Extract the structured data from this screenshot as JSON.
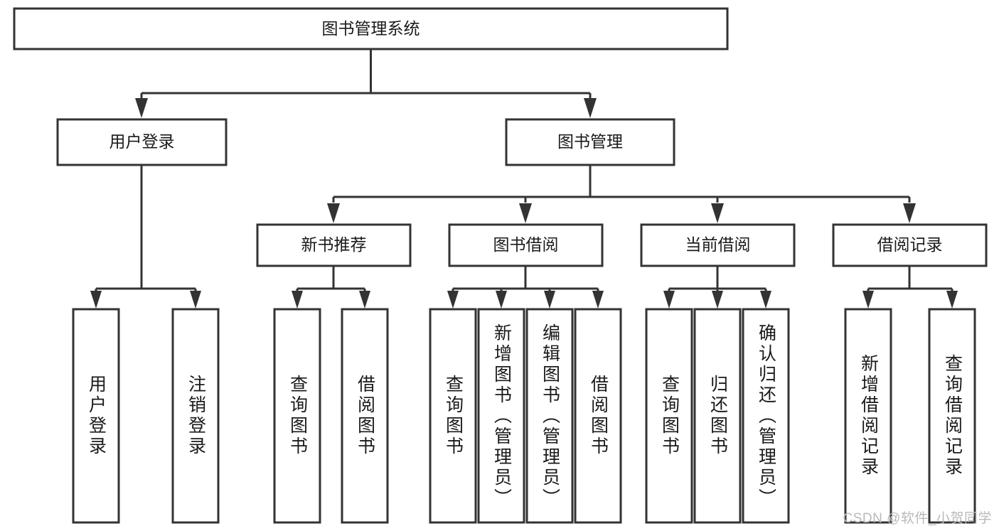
{
  "diagram": {
    "type": "tree",
    "title": "图书管理系统",
    "orientation": "top-down",
    "colors": {
      "box_stroke": "#333333",
      "box_fill": "#ffffff",
      "text": "#1a1a1a",
      "watermark": "#b9b9b9"
    },
    "root": {
      "label": "图书管理系统"
    },
    "level2": [
      {
        "label": "用户登录"
      },
      {
        "label": "图书管理"
      }
    ],
    "level3": [
      {
        "label": "新书推荐"
      },
      {
        "label": "图书借阅"
      },
      {
        "label": "当前借阅"
      },
      {
        "label": "借阅记录"
      }
    ],
    "leaves": {
      "user_login": [
        {
          "label": "用户登录"
        },
        {
          "label": "注销登录"
        }
      ],
      "new_book_recommend": [
        {
          "label": "查询图书"
        },
        {
          "label": "借阅图书"
        }
      ],
      "book_borrow": [
        {
          "label": "查询图书"
        },
        {
          "label": "新增图书（管理员）"
        },
        {
          "label": "编辑图书（管理员）"
        },
        {
          "label": "借阅图书"
        }
      ],
      "current_borrow": [
        {
          "label": "查询图书"
        },
        {
          "label": "归还图书"
        },
        {
          "label": "确认归还（管理员）"
        }
      ],
      "borrow_record": [
        {
          "label": "新增借阅记录"
        },
        {
          "label": "查询借阅记录"
        }
      ]
    }
  },
  "watermark": {
    "text": "CSDN @软件_小贺同学"
  }
}
